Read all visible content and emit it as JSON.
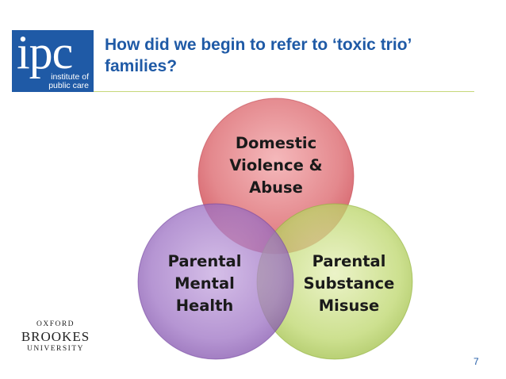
{
  "logo": {
    "letters": "ipc",
    "line1": "institute of",
    "line2": "public care",
    "bg_color": "#1f5aa6"
  },
  "slide": {
    "title_line1": "How did we begin to refer to ‘toxic trio’",
    "title_line2": "families?",
    "page_number": "7",
    "title_color": "#1f5aa6"
  },
  "venn": {
    "circles": [
      {
        "name": "domestic-violence",
        "lines": [
          "Domestic",
          "Violence &",
          "Abuse"
        ],
        "color": "#d9535c"
      },
      {
        "name": "parental-mental-health",
        "lines": [
          "Parental",
          "Mental",
          "Health"
        ],
        "color": "#8d5bb5"
      },
      {
        "name": "parental-substance-misuse",
        "lines": [
          "Parental",
          "Substance",
          "Misuse"
        ],
        "color": "#a9c84d"
      }
    ]
  },
  "university_logo": {
    "line1": "OXFORD",
    "line2": "BROOKES",
    "line3": "UNIVERSITY"
  }
}
